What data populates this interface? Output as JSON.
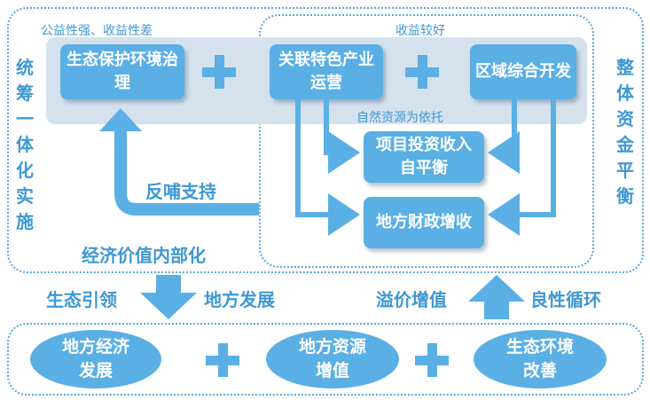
{
  "top_section": {
    "left_label": "统筹一体化实施",
    "right_label": "整体资金平衡",
    "tag_left": "公益性强、收益性差",
    "tag_right": "收益较好",
    "box_eco": "生态保护环境治理",
    "box_industry": "关联特色产业运营",
    "box_region": "区域综合开发",
    "natural_resource": "自然资源为依托",
    "box_project": "项目投资收入自平衡",
    "box_finance": "地方财政增收",
    "feedback": "反哺支持",
    "internalize": "经济价值内部化"
  },
  "middle": {
    "eco_lead": "生态引领",
    "local_dev": "地方发展",
    "premium": "溢价增值",
    "virtuous": "良性循环"
  },
  "bottom_section": {
    "item1": "地方经济发展",
    "item2": "地方资源增值",
    "item3": "生态环境改善"
  },
  "colors": {
    "primary": "#5aafe5",
    "text": "#3f98d4",
    "band": "#d5e2ee"
  }
}
